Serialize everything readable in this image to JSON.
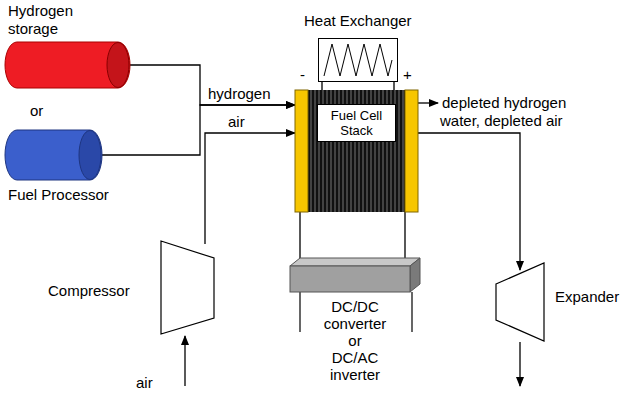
{
  "diagram": {
    "nodes": [
      {
        "text": [
          "Hydrogen storage"
        ]
      },
      {
        "text": [
          "Heat Exchanger"
        ]
      },
      {
        "text": [
          "Fuel Cell Stack"
        ]
      },
      {
        "text": [
          "Fuel Processor"
        ]
      },
      {
        "text": [
          "Compressor"
        ]
      },
      {
        "text": [
          "DC/DC converter or DC/AC inverter"
        ]
      },
      {
        "text": [
          "Expander"
        ]
      }
    ],
    "edges": [
      {
        "from": 0,
        "to": 2,
        "arrow": "to",
        "label": "hydrogen"
      },
      {
        "from": 3,
        "to": 2,
        "arrow": "to"
      },
      {
        "from": 4,
        "to": 2,
        "arrow": "to",
        "label": "air"
      },
      {
        "from": 2,
        "to": 6,
        "arrow": "to",
        "label": "water, depleted air"
      },
      {
        "from": 1,
        "to": 2,
        "arrow": "none"
      },
      {
        "from": 2,
        "to": 5,
        "arrow": "none"
      }
    ],
    "labels": [
      "or",
      "-",
      "+",
      "depleted hydrogen",
      "air"
    ]
  }
}
